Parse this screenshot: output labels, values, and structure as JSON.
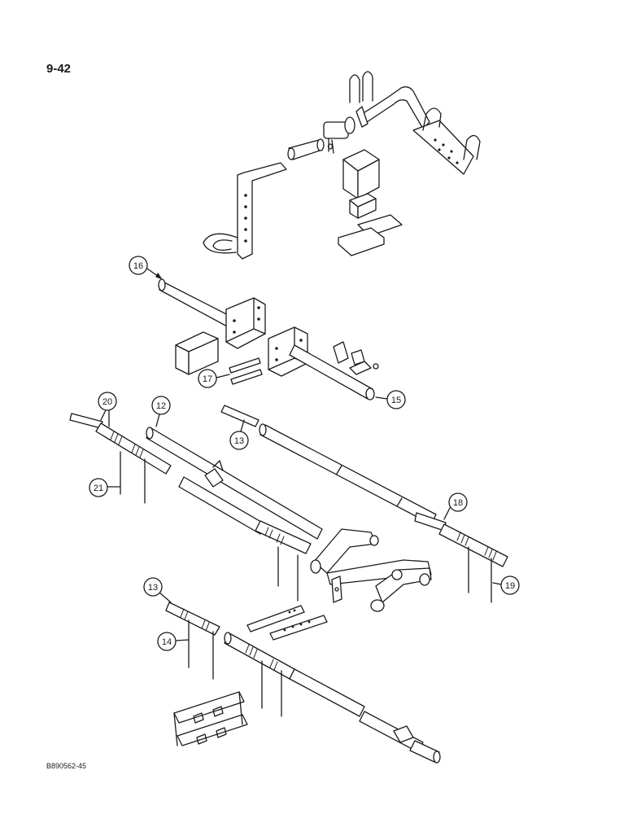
{
  "page": {
    "page_number": "9-42",
    "figure_code": "B890562-45"
  },
  "callouts": [
    {
      "id": "c16",
      "label": "16"
    },
    {
      "id": "c17",
      "label": "17"
    },
    {
      "id": "c15",
      "label": "15"
    },
    {
      "id": "c20",
      "label": "20"
    },
    {
      "id": "c12",
      "label": "12"
    },
    {
      "id": "c13a",
      "label": "13"
    },
    {
      "id": "c21",
      "label": "21"
    },
    {
      "id": "c18",
      "label": "18"
    },
    {
      "id": "c19",
      "label": "19"
    },
    {
      "id": "c13b",
      "label": "13"
    },
    {
      "id": "c14",
      "label": "14"
    }
  ],
  "colors": {
    "line": "#1a1a1a",
    "paper": "#ffffff",
    "shade": "#d9d9d9"
  }
}
